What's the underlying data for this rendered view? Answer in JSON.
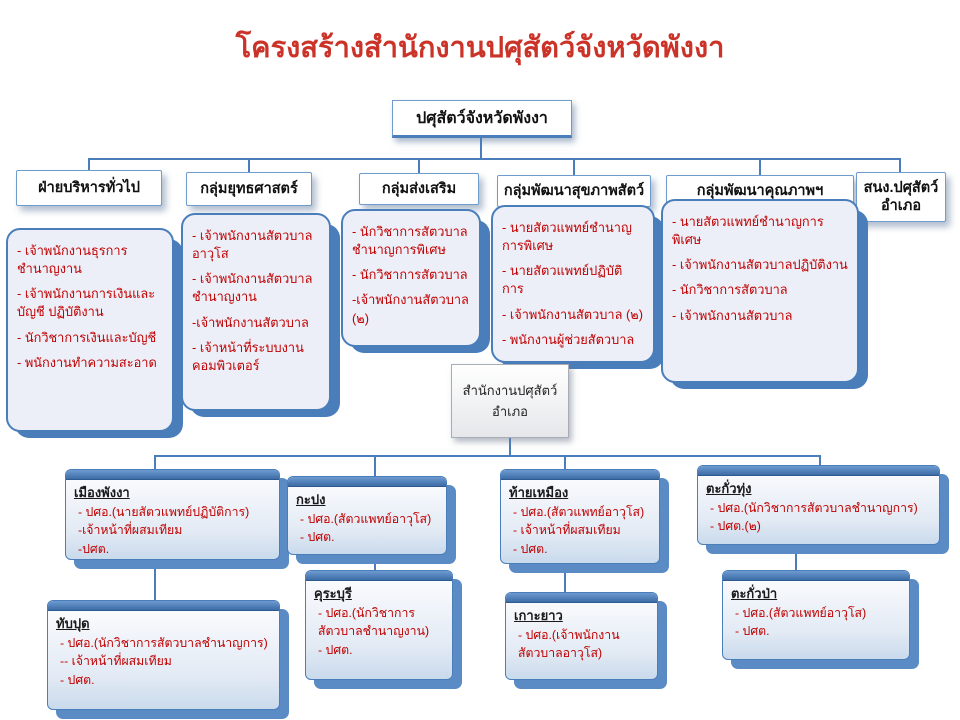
{
  "title": "โครงสร้างสำนักงานปศุสัตว์จังหวัดพังงา",
  "root": {
    "label": "ปศุสัตว์จังหวัดพังงา"
  },
  "departments": [
    {
      "label": "ฝ่ายบริหารทั่วไป",
      "items": [
        "- เจ้าพนักงานธุรการชำนาญงาน",
        "- เจ้าพนักงานการเงินและบัญชี ปฏิบัติงาน",
        "- นักวิชาการเงินและบัญชี",
        "- พนักงานทำความสะอาด"
      ]
    },
    {
      "label": "กลุ่มยุทธศาสตร์",
      "items": [
        "- เจ้าพนักงานสัตวบาลอาวุโส",
        "- เจ้าพนักงานสัตวบาลชำนาญงาน",
        "-เจ้าพนักงานสัตวบาล",
        "- เจ้าหน้าที่ระบบงานคอมพิวเตอร์"
      ]
    },
    {
      "label": "กลุ่มส่งเสริม",
      "items": [
        "- นักวิชาการสัตวบาลชำนาญการพิเศษ",
        "- นักวิชาการสัตวบาล",
        "-เจ้าพนักงานสัตวบาล (๒)"
      ]
    },
    {
      "label": "กลุ่มพัฒนาสุขภาพสัตว์",
      "items": [
        "- นายสัตวแพทย์ชำนาญการพิเศษ",
        "- นายสัตวแพทย์ปฏิบัติการ",
        "- เจ้าพนักงานสัตวบาล (๒)",
        "- พนักงานผู้ช่วยสัตวบาล"
      ]
    },
    {
      "label": "กลุ่มพัฒนาคุณภาพฯ",
      "items": [
        "- นายสัตวแพทย์ชำนาญการพิเศษ",
        "- เจ้าพนักงานสัตวบาลปฏิบัติงาน",
        "- นักวิชาการสัตวบาล",
        "- เจ้าพนักงานสัตวบาล"
      ]
    },
    {
      "label": "สนง.ปศุสัตว์อำเภอ",
      "items": []
    }
  ],
  "district_office": {
    "label": "สำนักงานปศุสัตว์อำเภอ"
  },
  "districts": [
    {
      "name": "เมืองพังงา",
      "items": [
        "- ปศอ.(นายสัตวแพทย์ปฏิบัติการ)",
        "-เจ้าหน้าที่ผสมเทียม",
        "-ปศต."
      ]
    },
    {
      "name": "กะปง",
      "items": [
        "- ปศอ.(สัตวแพทย์อาวุโส)",
        "- ปศต."
      ]
    },
    {
      "name": "ท้ายเหมือง",
      "items": [
        "- ปศอ.(สัตวแพทย์อาวุโส)",
        "- เจ้าหน้าที่ผสมเทียม",
        "- ปศต."
      ]
    },
    {
      "name": "ตะกั่วทุ่ง",
      "items": [
        "- ปศอ.(นักวิชาการสัตวบาลชำนาญการ)",
        "- ปศต.(๒)"
      ]
    },
    {
      "name": "ทับปุด",
      "items": [
        "- ปศอ.(นักวิชาการสัตวบาลชำนาญการ)",
        "-- เจ้าหน้าที่ผสมเทียม",
        "- ปศต."
      ]
    },
    {
      "name": "คุระบุรี",
      "items": [
        "- ปศอ.(นักวิชาการสัตวบาลชำนาญงาน)",
        "- ปศต."
      ]
    },
    {
      "name": "เกาะยาว",
      "items": [
        "- ปศอ.(เจ้าพนักงานสัตวบาลอาวุโส)"
      ]
    },
    {
      "name": "ตะกั่วป่า",
      "items": [
        "- ปศอ.(สัตวแพทย์อาวุโส)",
        "- ปศต."
      ]
    }
  ]
}
